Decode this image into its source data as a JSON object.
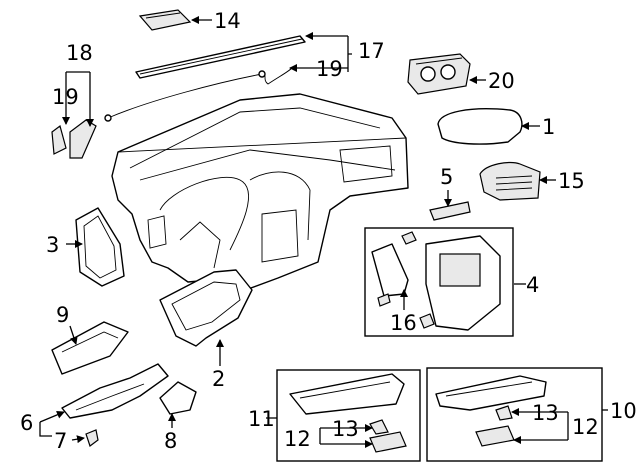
{
  "callouts": {
    "c1": "1",
    "c2": "2",
    "c3": "3",
    "c4": "4",
    "c5": "5",
    "c6": "6",
    "c7": "7",
    "c8": "8",
    "c9": "9",
    "c10": "10",
    "c11": "11",
    "c12_left": "12",
    "c12_right": "12",
    "c13_left": "13",
    "c13_right": "13",
    "c14": "14",
    "c15": "15",
    "c16": "16",
    "c17": "17",
    "c18": "18",
    "c19_left": "19",
    "c19_top": "19",
    "c20": "20"
  },
  "colors": {
    "line": "#000000",
    "background": "#ffffff",
    "shade": "#e9e9e9"
  }
}
